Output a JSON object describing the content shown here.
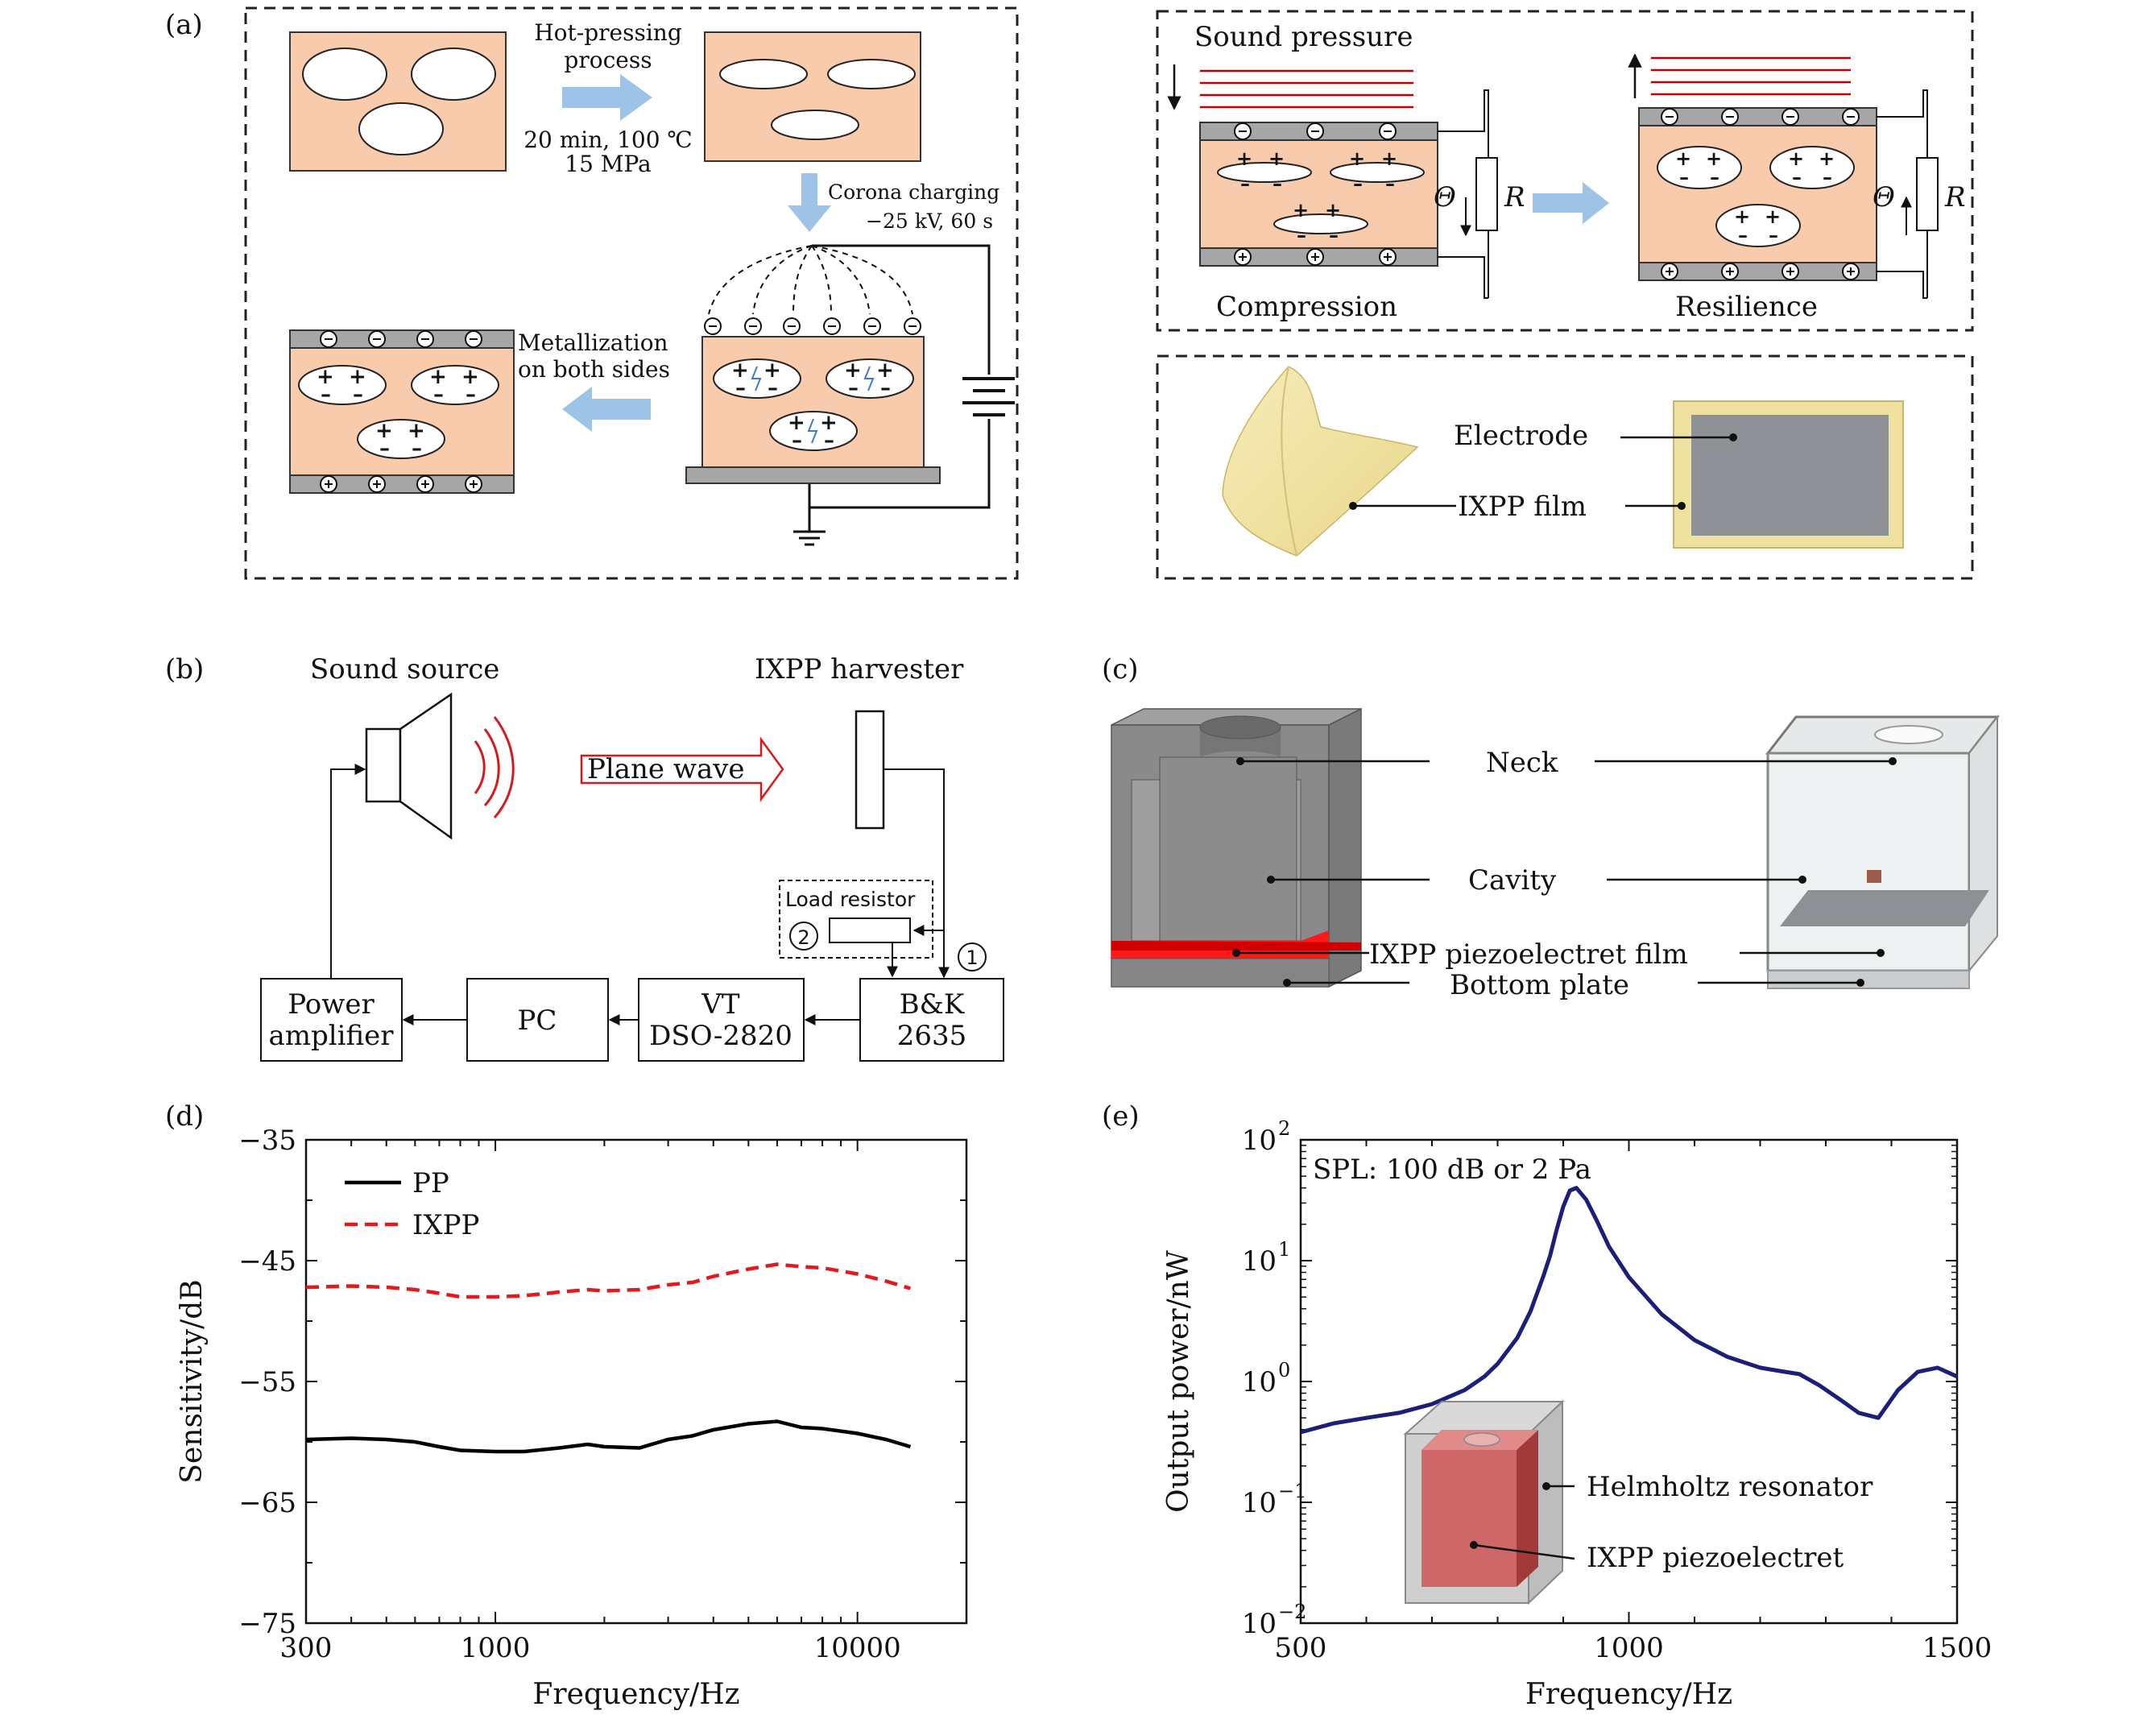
{
  "panels": {
    "a": "(a)",
    "b": "(b)",
    "c": "(c)",
    "d": "(d)",
    "e": "(e)"
  },
  "panel_a": {
    "hot_pressing_1": "Hot-pressing",
    "hot_pressing_2": "process",
    "hot_cond_1": "20 min, 100 ℃",
    "hot_cond_2": "15 MPa",
    "corona_1": "Corona charging",
    "corona_2": "−25 kV, 60 s",
    "metal_1": "Metallization",
    "metal_2": "on both sides",
    "sound_pressure": "Sound pressure",
    "compression": "Compression",
    "resilience": "Resilience",
    "theta": "Θ",
    "r": "R",
    "electrode": "Electrode",
    "ixpp_film": "IXPP film",
    "colors": {
      "foam": "#f8cbad",
      "plate": "#a6a6a6",
      "arrow": "#9dc3e6",
      "red_line": "#c00000"
    }
  },
  "panel_b": {
    "sound_source": "Sound source",
    "harvester": "IXPP harvester",
    "plane_wave": "Plane wave",
    "load_resistor": "Load resistor",
    "circle_1": "1",
    "circle_2": "2",
    "power_amp_1": "Power",
    "power_amp_2": "amplifier",
    "pc": "PC",
    "vt_1": "VT",
    "vt_2": "DSO-2820",
    "bk_1": "B&K",
    "bk_2": "2635"
  },
  "panel_c": {
    "neck": "Neck",
    "cavity": "Cavity",
    "film": "IXPP piezoelectret film",
    "bottom": "Bottom plate"
  },
  "chart_data": [
    {
      "type": "line",
      "id": "d",
      "xlabel": "Frequency/Hz",
      "ylabel": "Sensitivity/dB",
      "xscale": "log",
      "xlim": [
        300,
        20000
      ],
      "ylim": [
        -75,
        -35
      ],
      "xticks": [
        "300",
        "1000",
        "10000"
      ],
      "yticks": [
        "−35",
        "−45",
        "−55",
        "−65",
        "−75"
      ],
      "legend_placement": "top-left",
      "series": [
        {
          "name": "PP",
          "color": "#000000",
          "x": [
            300,
            400,
            500,
            600,
            700,
            800,
            1000,
            1200,
            1500,
            1800,
            2000,
            2500,
            3000,
            3500,
            4000,
            5000,
            6000,
            7000,
            8000,
            10000,
            12000,
            14000
          ],
          "y": [
            -59.8,
            -59.7,
            -59.8,
            -60.0,
            -60.4,
            -60.7,
            -60.8,
            -60.8,
            -60.5,
            -60.2,
            -60.4,
            -60.5,
            -59.8,
            -59.5,
            -59.0,
            -58.5,
            -58.3,
            -58.8,
            -58.9,
            -59.3,
            -59.8,
            -60.4
          ]
        },
        {
          "name": "IXPP",
          "color": "#e31a1c",
          "x": [
            300,
            400,
            500,
            600,
            700,
            800,
            1000,
            1200,
            1500,
            1800,
            2000,
            2500,
            3000,
            3500,
            4000,
            5000,
            6000,
            7000,
            8000,
            10000,
            12000,
            14000
          ],
          "y": [
            -47.2,
            -47.1,
            -47.2,
            -47.4,
            -47.7,
            -48.0,
            -48.0,
            -47.9,
            -47.6,
            -47.4,
            -47.5,
            -47.4,
            -47.0,
            -46.8,
            -46.3,
            -45.7,
            -45.3,
            -45.5,
            -45.6,
            -46.1,
            -46.7,
            -47.3
          ]
        }
      ]
    },
    {
      "type": "line",
      "id": "e",
      "xlabel": "Frequency/Hz",
      "ylabel": "Output power/nW",
      "yscale": "log",
      "xlim": [
        500,
        1500
      ],
      "ylim": [
        0.01,
        100
      ],
      "xticks": [
        "500",
        "1000",
        "1500"
      ],
      "annotation": "SPL: 100 dB or 2 Pa",
      "inset_labels": [
        "Helmholtz resonator",
        "IXPP piezoelectret"
      ],
      "series": [
        {
          "color": "#1b1f7a",
          "x": [
            500,
            550,
            600,
            650,
            700,
            750,
            780,
            800,
            830,
            850,
            870,
            880,
            890,
            900,
            910,
            920,
            935,
            950,
            970,
            1000,
            1050,
            1100,
            1150,
            1200,
            1230,
            1260,
            1290,
            1320,
            1350,
            1380,
            1410,
            1440,
            1470,
            1500
          ],
          "y": [
            0.38,
            0.45,
            0.5,
            0.55,
            0.65,
            0.85,
            1.1,
            1.4,
            2.3,
            3.8,
            7.5,
            11,
            18,
            28,
            38,
            40,
            32,
            22,
            13,
            7.3,
            3.6,
            2.2,
            1.6,
            1.3,
            1.22,
            1.15,
            0.93,
            0.72,
            0.55,
            0.5,
            0.85,
            1.2,
            1.3,
            1.1
          ]
        }
      ]
    }
  ]
}
